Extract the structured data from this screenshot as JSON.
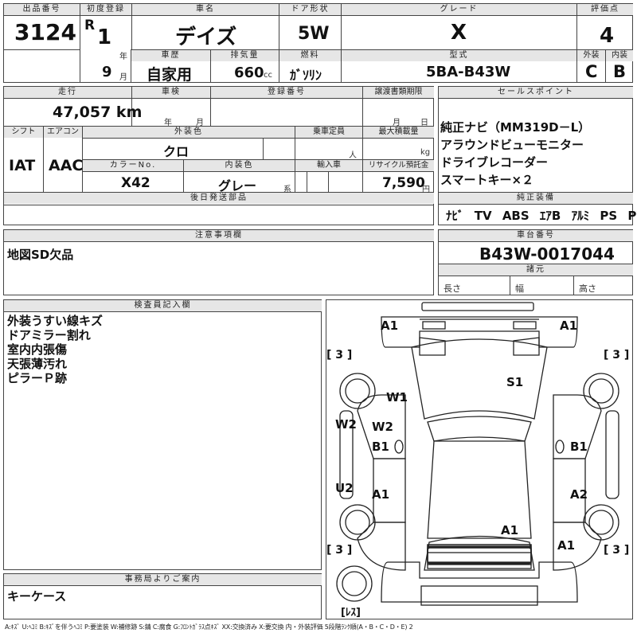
{
  "header": {
    "lot_no_label": "出品番号",
    "lot_no": "3124",
    "first_reg_label": "初度登録",
    "era": "R",
    "reg_year": "1",
    "year_unit": "年",
    "reg_month": "9",
    "month_unit": "月",
    "name_label": "車名",
    "car_name": "デイズ",
    "door_label": "ドア形状",
    "door": "5W",
    "grade_label": "グレード",
    "grade": "X",
    "score_label": "評価点",
    "score": "4",
    "history_label": "車歴",
    "history": "自家用",
    "displacement_label": "排気量",
    "displacement": "660",
    "cc_unit": "cc",
    "fuel_label": "燃料",
    "fuel": "ｶﾞｿﾘﾝ",
    "model_label": "型式",
    "model": "5BA-B43W",
    "ext_label": "外装",
    "ext_grade": "C",
    "int_label": "内装",
    "int_grade": "B"
  },
  "row2": {
    "mileage_label": "走行",
    "mileage": "47,057 km",
    "inspection_label": "車検",
    "insp_year_unit": "年",
    "insp_month_unit": "月",
    "reg_no_label": "登録番号",
    "deadline_label": "譲渡書類期限",
    "deadline_month_unit": "月",
    "deadline_day_unit": "日",
    "shift_label": "シフト",
    "shift": "IAT",
    "ac_label": "エアコン",
    "ac": "AAC",
    "ext_color_label": "外装色",
    "ext_color": "クロ",
    "capacity_label": "乗車定員",
    "capacity_unit": "人",
    "load_label": "最大積載量",
    "load_unit": "kg",
    "color_no_label": "カラーNo.",
    "color_no": "X42",
    "int_color_label": "内装色",
    "int_color": "グレー",
    "int_color_suffix": "系",
    "import_label": "輸入車",
    "recycle_label": "リサイクル預託金",
    "recycle": "7,590",
    "yen_unit": "円",
    "later_parts_label": "後日発送部品"
  },
  "sales": {
    "label": "セールスポイント",
    "points": [
      "純正ナビ（MM319D－L）",
      "アラウンドビューモニター",
      "ドライブレコーダー",
      "スマートキー×２"
    ]
  },
  "equipment": {
    "label": "純正装備",
    "items": [
      "ﾅﾋﾞ",
      "TV",
      "ABS",
      "ｴｱB",
      "ｱﾙﾐ",
      "PS",
      "PW"
    ]
  },
  "notes": {
    "label": "注意事項欄",
    "text": "地図SD欠品"
  },
  "chassis": {
    "label": "車台番号",
    "number": "B43W-0017044",
    "specs_label": "諸元",
    "length_label": "長さ",
    "width_label": "幅",
    "height_label": "高さ"
  },
  "inspector": {
    "label": "検査員記入欄",
    "lines": [
      "外装うすい線キズ",
      "ドアミラー割れ",
      "室内内張傷",
      "天張薄汚れ",
      "ピラーＰ跡"
    ]
  },
  "office": {
    "label": "事務局よりご案内",
    "text": "キーケース"
  },
  "diagram": {
    "tires": [
      "[ 3 ]",
      "[ 3 ]",
      "[ 3 ]",
      "[ 3 ]"
    ],
    "spare": "[ﾚｽ]",
    "marks": [
      "A1",
      "A1",
      "S1",
      "W1",
      "W2",
      "W2",
      "B1",
      "B1",
      "A1",
      "A2",
      "U2",
      "A1",
      "A1"
    ]
  },
  "legend": "A:ｷｽﾞ U:ﾍｺﾐ B:ｷｽﾞを伴うﾍｺﾐ P:要塗装 W:補修跡 S:錆 C:腐食 G:ﾌﾛﾝﾄｶﾞﾗｽ点ｷｽﾞ XX:交換済み X:要交換 内・外装評価 5段階ﾗﾝｸ順(A・B・C・D・E) 2"
}
